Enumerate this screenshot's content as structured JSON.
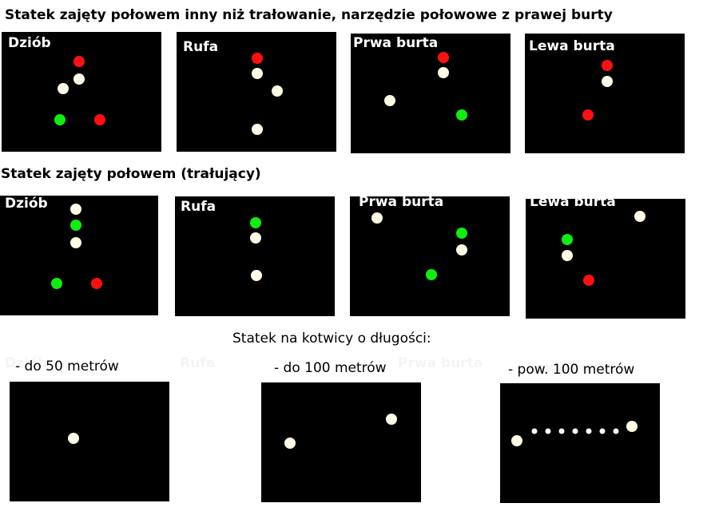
{
  "colors": {
    "red": "#ff1010",
    "green": "#10ee10",
    "white": "#fffbe6",
    "small": "#ffffff"
  },
  "section1": {
    "title": "Statek zajęty połowem inny niż trałowanie, narzędzie połowowe z prawej burty"
  },
  "section2": {
    "title": "Statek zajęty połowem (trałujący)"
  },
  "section3": {
    "title": "Statek na kotwicy o długości:"
  },
  "panels": {
    "p1": {
      "label": "Dziób"
    },
    "p2": {
      "label": "Rufa"
    },
    "p3": {
      "label": "Prwa burta"
    },
    "p4": {
      "label": "Lewa burta"
    },
    "p5": {
      "label": "Dziób"
    },
    "p6": {
      "label": "Rufa"
    },
    "p7": {
      "label": "Prwa burta"
    },
    "p8": {
      "label": "Lewa burta"
    }
  },
  "ghost_labels": {
    "g1": "Dziób",
    "g2": "Rufa",
    "g3": "Prwa burta",
    "g4": "Lewa burta"
  },
  "anchor": {
    "c1": "- do 50 metrów",
    "c2": "- do 100 metrów",
    "c3": "- pow. 100 metrów"
  }
}
